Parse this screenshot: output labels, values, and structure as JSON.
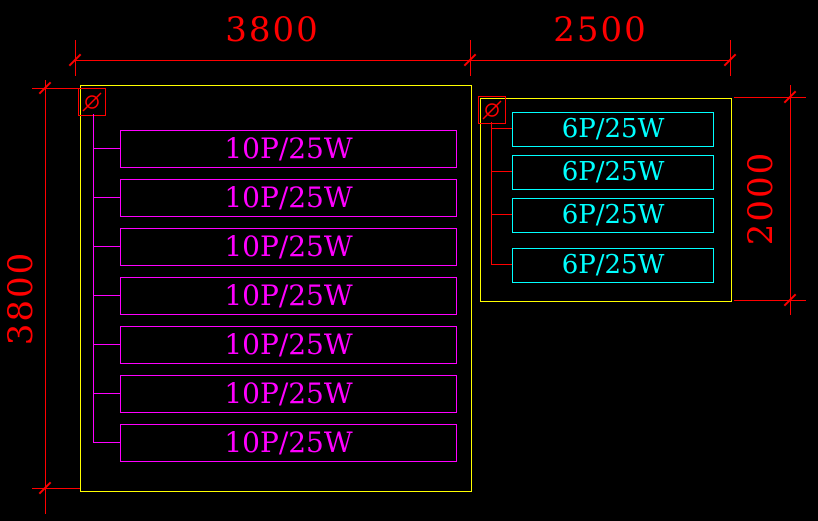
{
  "drawing": {
    "colors": {
      "background": "#000000",
      "dimension": "#ff0000",
      "room_outline": "#ffff00",
      "left_fixture": "#ff00ff",
      "right_fixture": "#00ffff"
    },
    "dimensions": {
      "top_left_width": "3800",
      "top_right_width": "2500",
      "left_height": "3800",
      "right_height": "2000"
    },
    "left_room": {
      "fixtures": [
        "10P/25W",
        "10P/25W",
        "10P/25W",
        "10P/25W",
        "10P/25W",
        "10P/25W",
        "10P/25W"
      ]
    },
    "right_room": {
      "fixtures": [
        "6P/25W",
        "6P/25W",
        "6P/25W",
        "6P/25W"
      ]
    },
    "symbols": {
      "left": "circle-slash-fixture-symbol",
      "right": "circle-slash-fixture-symbol"
    }
  }
}
